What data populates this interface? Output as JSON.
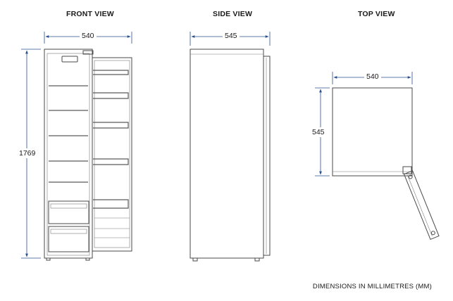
{
  "views": {
    "front": {
      "title": "FRONT VIEW",
      "width": "540",
      "height": "1769"
    },
    "side": {
      "title": "SIDE VIEW",
      "depth": "545"
    },
    "top": {
      "title": "TOP VIEW",
      "width": "540",
      "depth": "545"
    }
  },
  "footnote": "DIMENSIONS IN MILLIMETRES (MM)",
  "colors": {
    "dimension_line": "#2a4f8f",
    "outline": "#4a4a4a"
  }
}
